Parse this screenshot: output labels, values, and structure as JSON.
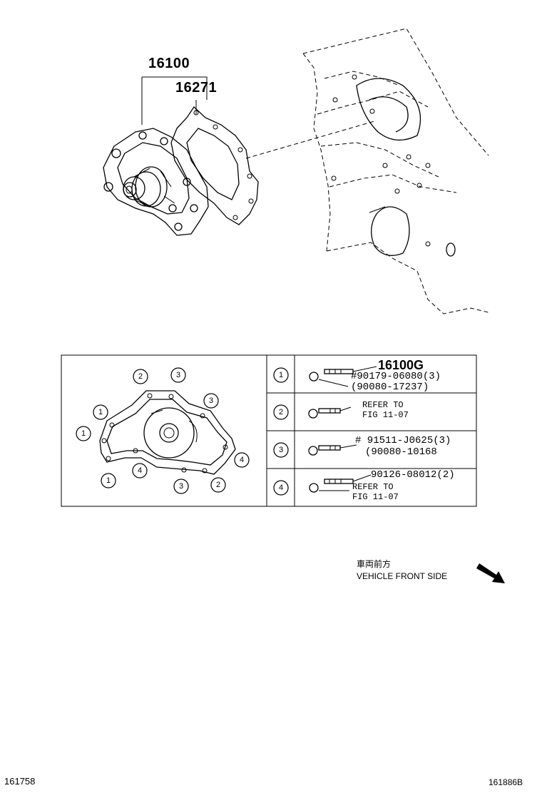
{
  "part_labels": {
    "water_pump": "16100",
    "gasket": "16271"
  },
  "table": {
    "rows": [
      {
        "index": "1",
        "line1": "16100G",
        "line2": "#90179-06080(3)",
        "line3": "(90080-17237)"
      },
      {
        "index": "2",
        "line1": "REFER TO",
        "line2": "FIG 11-07"
      },
      {
        "index": "3",
        "line1": "# 91511-J0625(3)",
        "line2": "(90080-10168"
      },
      {
        "index": "4",
        "line1": "90126-08012(2)",
        "line2": "REFER TO",
        "line3": "FIG 11-07"
      }
    ]
  },
  "bolt_pattern": {
    "callouts": [
      "2",
      "3",
      "1",
      "3",
      "1",
      "4",
      "1",
      "4",
      "3",
      "2"
    ]
  },
  "direction": {
    "japanese": "車両前方",
    "english": "VEHICLE FRONT SIDE"
  },
  "footer": {
    "left_code": "161758",
    "right_code": "161886B"
  }
}
